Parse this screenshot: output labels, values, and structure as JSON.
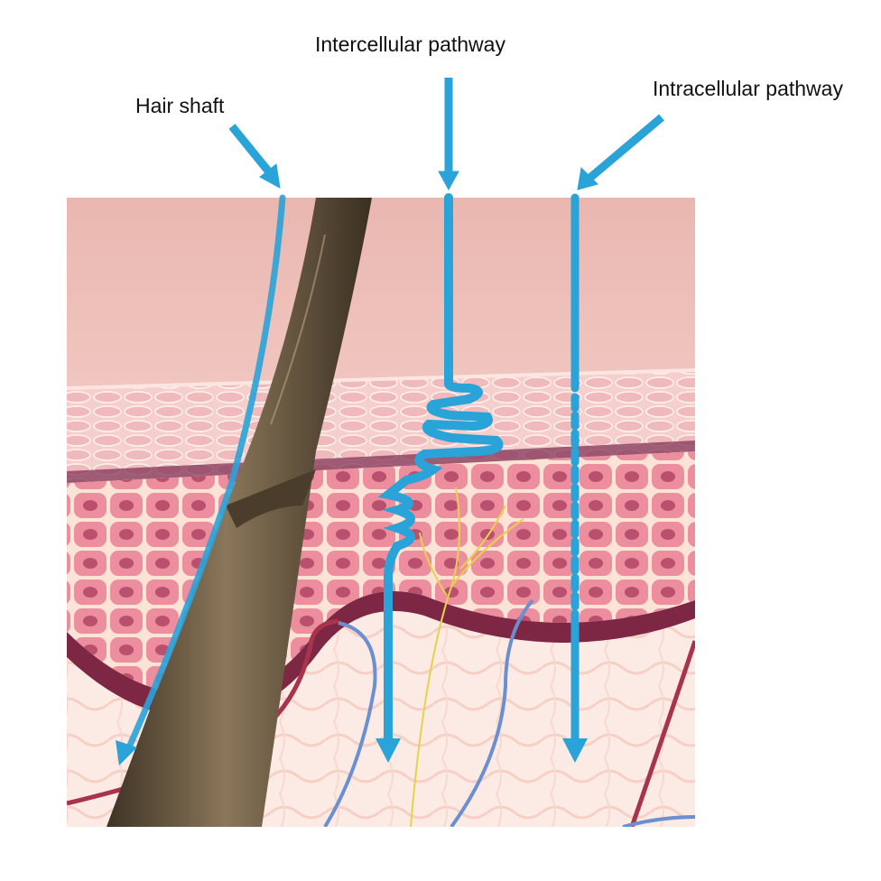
{
  "labels": {
    "hair_shaft": "Hair shaft",
    "intercellular_pathway": "Intercellular pathway",
    "intracellular_pathway": "Intracellular pathway"
  },
  "colors": {
    "arrow": "#2aa3d8",
    "stratum_corneum_surface": "#e8b3ad",
    "cell_wall": "#fbe9de",
    "cell_fill": "#e8879a",
    "nucleus": "#b24f6b",
    "basal_layer": "#7a2240",
    "dermis": "#fbe3db",
    "hair": "#6b5a45",
    "nerve": "#e6d24a",
    "vessel_blue": "#6b8fd0",
    "vessel_red": "#a8344c"
  }
}
